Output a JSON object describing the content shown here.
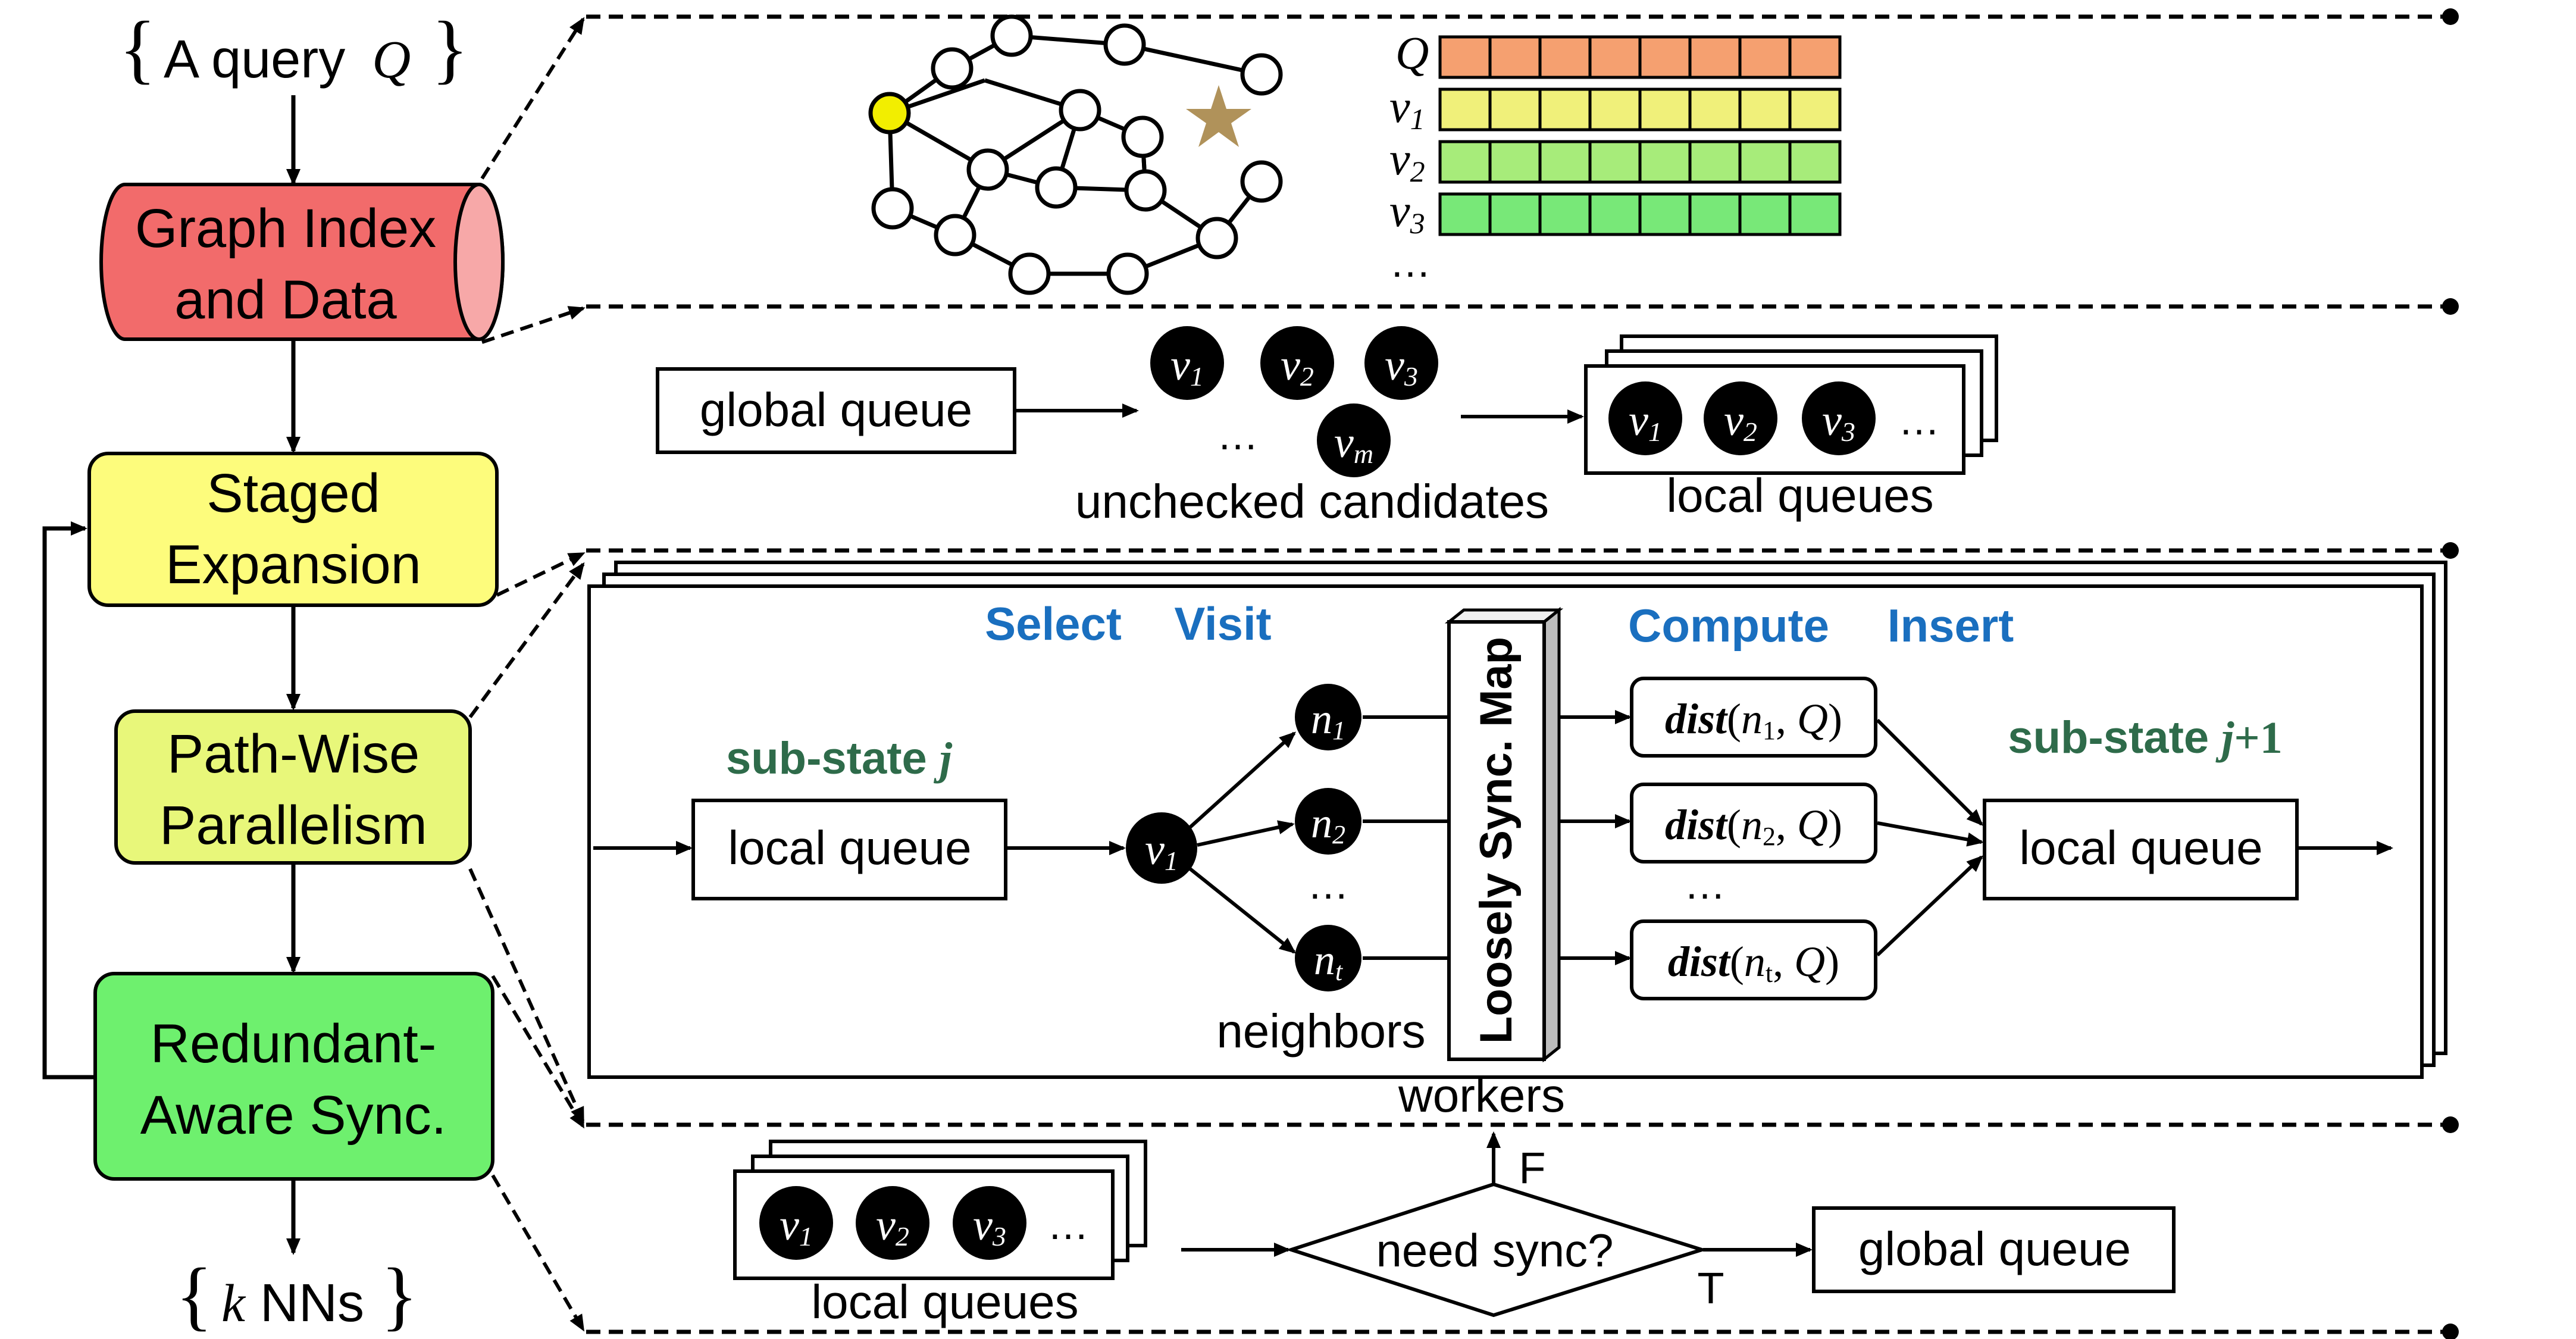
{
  "pipeline": {
    "input": "{ A query Q }",
    "input_prefix": "A query",
    "input_var": "Q",
    "output_var": "k",
    "output_suffix": "NNs",
    "stages": [
      {
        "line1": "Graph Index",
        "line2": "and Data"
      },
      {
        "line1": "Staged",
        "line2": "Expansion"
      },
      {
        "line1": "Path-Wise",
        "line2": "Parallelism"
      },
      {
        "line1": "Redundant-",
        "line2": "Aware Sync."
      }
    ]
  },
  "panel1": {
    "rows": [
      "Q",
      "v",
      "v",
      "v"
    ],
    "row_subs": [
      "",
      "1",
      "2",
      "3"
    ],
    "ellipsis": "…"
  },
  "panel2": {
    "global_queue": "global queue",
    "candidates": [
      "v",
      "v",
      "v",
      "v"
    ],
    "candidate_subs": [
      "1",
      "2",
      "3",
      "m"
    ],
    "ellipsis": "…",
    "unchecked_label": "unchecked candidates",
    "local_queues_label": "local queues",
    "local_items": [
      "v",
      "v",
      "v"
    ],
    "local_subs": [
      "1",
      "2",
      "3"
    ]
  },
  "panel3": {
    "select": "Select",
    "visit": "Visit",
    "compute": "Compute",
    "insert": "Insert",
    "substate_j_prefix": "sub-state ",
    "substate_j_var": "j",
    "substate_j1_prefix": "sub-state ",
    "substate_j1_var": "j",
    "substate_j1_suffix": "+1",
    "local_queue_in": "local queue",
    "local_queue_out": "local queue",
    "v_node": "v",
    "v_sub": "1",
    "neighbors": [
      "n",
      "n",
      "n"
    ],
    "neighbor_subs": [
      "1",
      "2",
      "t"
    ],
    "ellipsis": "…",
    "neighbors_label": "neighbors",
    "sync_map": "Loosely Sync. Map",
    "dist_fn": "dist",
    "dist_q": "Q",
    "workers": "workers"
  },
  "panel4": {
    "local_queues_label": "local queues",
    "items": [
      "v",
      "v",
      "v"
    ],
    "item_subs": [
      "1",
      "2",
      "3"
    ],
    "ellipsis": "…",
    "decision": "need sync?",
    "false_label": "F",
    "true_label": "T",
    "global_queue": "global queue"
  },
  "colors": {
    "graph_index": "#f26b6b",
    "staged": "#fdfc7c",
    "pathwise": "#e8f77a",
    "redundant": "#6ef06e",
    "select_blue": "#1a6fbf",
    "substate_green": "#2e6b4a",
    "query_row": "#f5a070",
    "v1_row": "#f0f07a",
    "v2_row": "#a7ec7a",
    "v3_row": "#78e878",
    "star": "#b0925a",
    "start_node": "#f2ee00"
  }
}
